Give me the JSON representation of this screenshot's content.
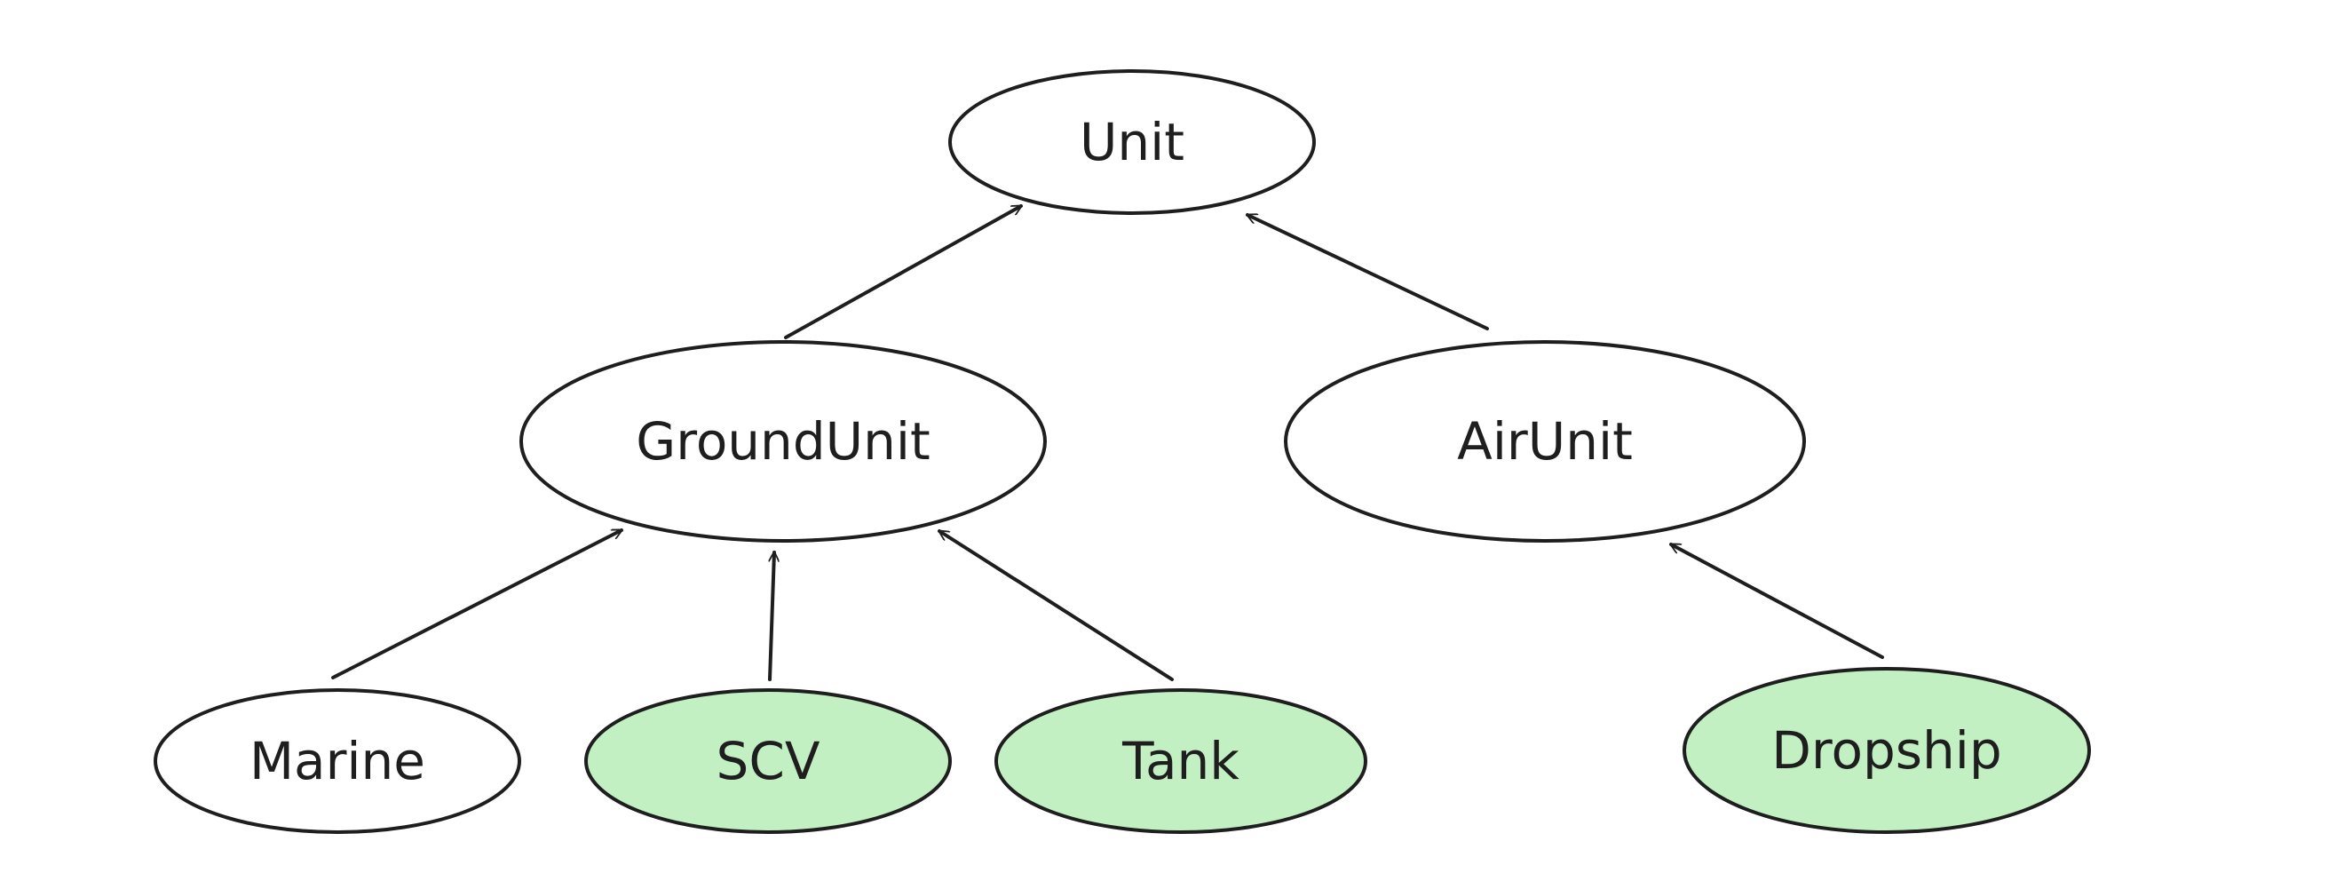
{
  "diagram": {
    "type": "inheritance-tree",
    "colors": {
      "stroke": "#1e1e1e",
      "plain_fill": "#ffffff",
      "highlight_fill": "#c2f0c2",
      "background": "#ffffff"
    },
    "nodes": [
      {
        "id": "unit",
        "label": "Unit",
        "highlighted": false
      },
      {
        "id": "groundunit",
        "label": "GroundUnit",
        "highlighted": false
      },
      {
        "id": "airunit",
        "label": "AirUnit",
        "highlighted": false
      },
      {
        "id": "marine",
        "label": "Marine",
        "highlighted": false
      },
      {
        "id": "scv",
        "label": "SCV",
        "highlighted": true
      },
      {
        "id": "tank",
        "label": "Tank",
        "highlighted": true
      },
      {
        "id": "dropship",
        "label": "Dropship",
        "highlighted": true
      }
    ],
    "edges": [
      {
        "from": "groundunit",
        "to": "unit"
      },
      {
        "from": "airunit",
        "to": "unit"
      },
      {
        "from": "marine",
        "to": "groundunit"
      },
      {
        "from": "scv",
        "to": "groundunit"
      },
      {
        "from": "tank",
        "to": "groundunit"
      },
      {
        "from": "dropship",
        "to": "airunit"
      }
    ]
  }
}
